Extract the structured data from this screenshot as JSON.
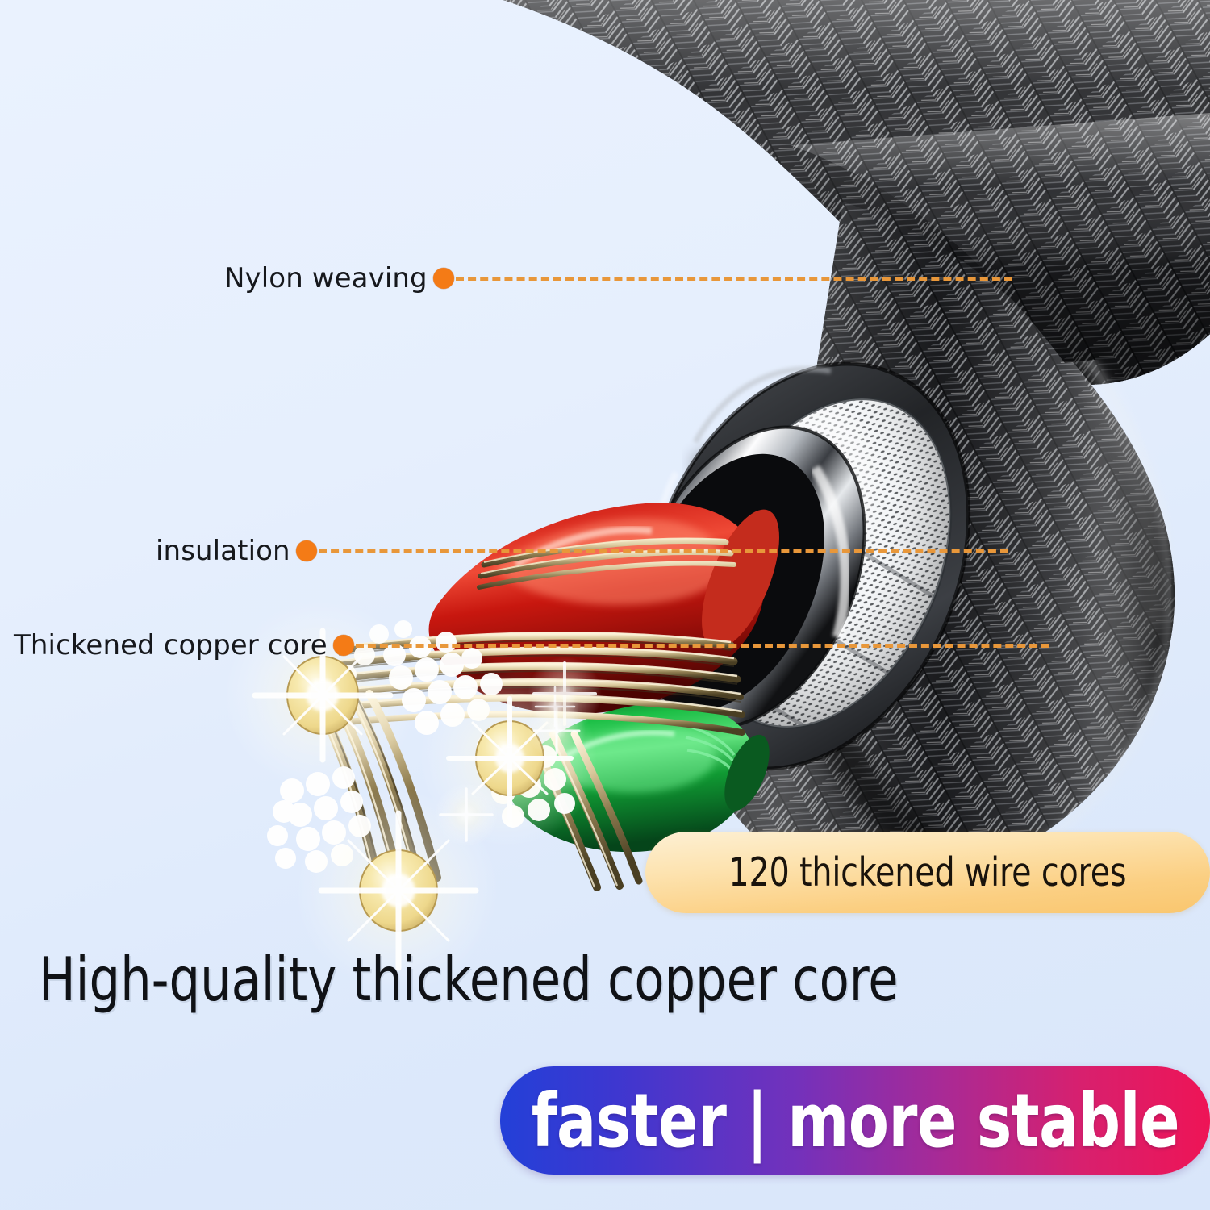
{
  "background": {
    "top_color": "#eaf2fe",
    "bottom_color": "#d9e6fa"
  },
  "accent_colors": {
    "callout_dot": "#f47b16",
    "callout_dash": "#e8973a",
    "badge_top": "#fdf0d4",
    "badge_bottom": "#f9c66e",
    "banner_start": "#2340d8",
    "banner_mid": "#7431bb",
    "banner_end": "#ee1456",
    "insulation_red": "#cc1a14",
    "insulation_green": "#12a03a",
    "copper_gold": "#f2dc96",
    "braid_dark": "#1a1a1c",
    "shield_silver": "#d7dade"
  },
  "callouts": [
    {
      "id": "nylon",
      "label": "Nylon weaving"
    },
    {
      "id": "insulation",
      "label": "insulation"
    },
    {
      "id": "copper",
      "label": "Thickened copper core"
    }
  ],
  "badge": {
    "text": "120 thickened wire cores"
  },
  "headline": {
    "text": "High-quality thickened copper core"
  },
  "banner": {
    "text": "faster | more stable"
  },
  "illustration": {
    "subject": "braided-usb-cable-cutaway",
    "layers": [
      "nylon braided jacket",
      "metal foil shield mesh",
      "chrome insulation ring",
      "red insulated conductor",
      "green insulated conductor",
      "copper wire core strands"
    ],
    "sparkles": 6
  }
}
